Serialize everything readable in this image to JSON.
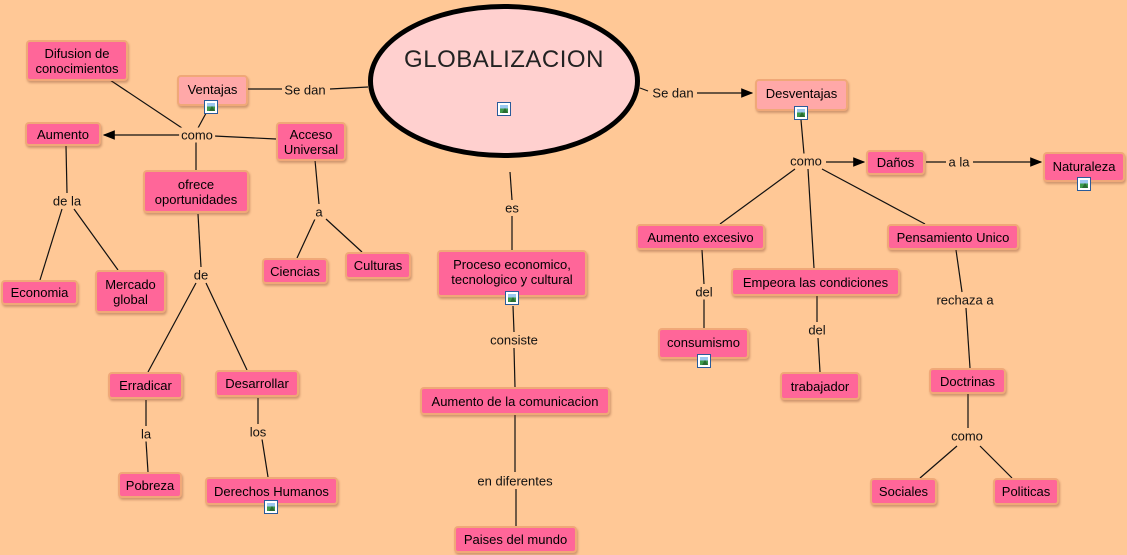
{
  "map": {
    "center": "GLOBALIZACION",
    "nodes": {
      "difusion": "Difusion de conocimientos",
      "ventajas": "Ventajas",
      "aumento": "Aumento",
      "acceso": "Acceso Universal",
      "ofrece": "ofrece oportunidades",
      "economia": "Economia",
      "mercado": "Mercado global",
      "ciencias": "Ciencias",
      "culturas": "Culturas",
      "erradicar": "Erradicar",
      "desarrollar": "Desarrollar",
      "pobreza": "Pobreza",
      "derechos": "Derechos Humanos",
      "proceso": "Proceso economico, tecnologico y cultural",
      "aumento_com": "Aumento de la comunicacion",
      "paises": "Paises del mundo",
      "desventajas": "Desventajas",
      "danos": "Daños",
      "naturaleza": "Naturaleza",
      "aumento_exc": "Aumento excesivo",
      "consumismo": "consumismo",
      "empeora": "Empeora las condiciones",
      "trabajador": "trabajador",
      "pensamiento": "Pensamiento Unico",
      "doctrinas": "Doctrinas",
      "sociales": "Sociales",
      "politicas": "Politicas"
    },
    "links": {
      "se_dan_left": "Se dan",
      "se_dan_right": "Se dan",
      "como_left": "como",
      "de_la": "de la",
      "a": "a",
      "de": "de",
      "la": "la",
      "los": "los",
      "es": "es",
      "consiste": "consiste",
      "en_diferentes": "en diferentes",
      "como_right": "como",
      "a_la": "a la",
      "del_1": "del",
      "del_2": "del",
      "rechaza_a": "rechaza a",
      "como_doctrinas": "como"
    },
    "icons": [
      "image-icon"
    ],
    "colors": {
      "background": "#ffc896",
      "node_fill": "#ff6699",
      "node_pale_fill": "#ffa8a8",
      "center_fill": "#ffd0cf",
      "center_border": "#000000"
    }
  }
}
